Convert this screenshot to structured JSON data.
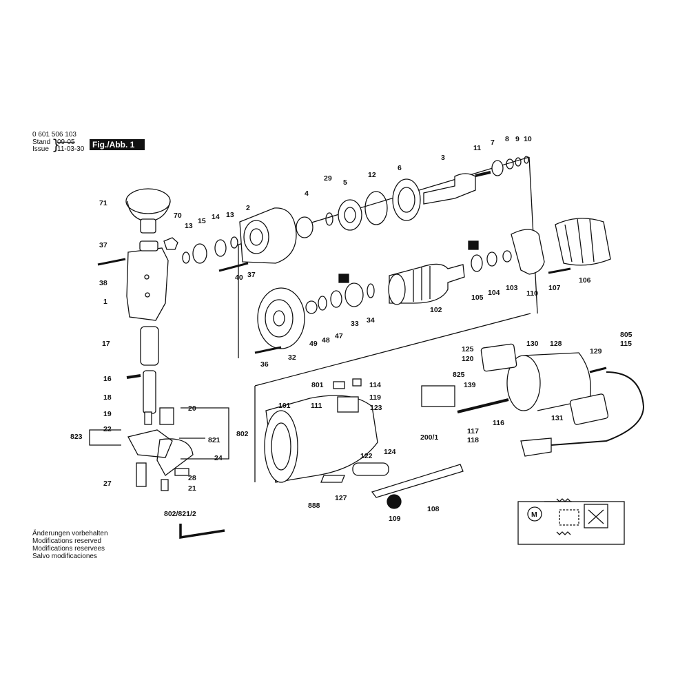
{
  "header": {
    "doc_number": "0 601 506 103",
    "stand_label": "Stand",
    "issue_label": "Issue",
    "stand_old": "09-05",
    "issue_date": "11-03-30",
    "figure_badge": "Fig./Abb. 1"
  },
  "notes": [
    "Änderungen vorbehalten",
    "Modifications reserved",
    "Modifications reservees",
    "Salvo modificaciones"
  ],
  "callouts": [
    "11",
    "7",
    "8",
    "9",
    "10",
    "3",
    "29",
    "5",
    "12",
    "6",
    "4",
    "2",
    "71",
    "70",
    "13",
    "15",
    "14",
    "13",
    "37",
    "38",
    "1",
    "40",
    "37",
    "105",
    "104",
    "103",
    "110",
    "107",
    "106",
    "102",
    "49",
    "48",
    "47",
    "33",
    "34",
    "36",
    "32",
    "17",
    "130",
    "128",
    "125",
    "120",
    "129",
    "805",
    "115",
    "825",
    "801",
    "114",
    "139",
    "16",
    "119",
    "111",
    "123",
    "18",
    "20",
    "116",
    "131",
    "19",
    "22",
    "802",
    "823",
    "821",
    "101",
    "117",
    "118",
    "200/1",
    "24",
    "124",
    "122",
    "28",
    "27",
    "21",
    "127",
    "888",
    "109",
    "108",
    "802/821/2"
  ],
  "motor_label": "M",
  "colors": {
    "ink": "#111111",
    "paper": "#ffffff",
    "badge_bg": "#111111",
    "badge_text": "#ffffff"
  }
}
